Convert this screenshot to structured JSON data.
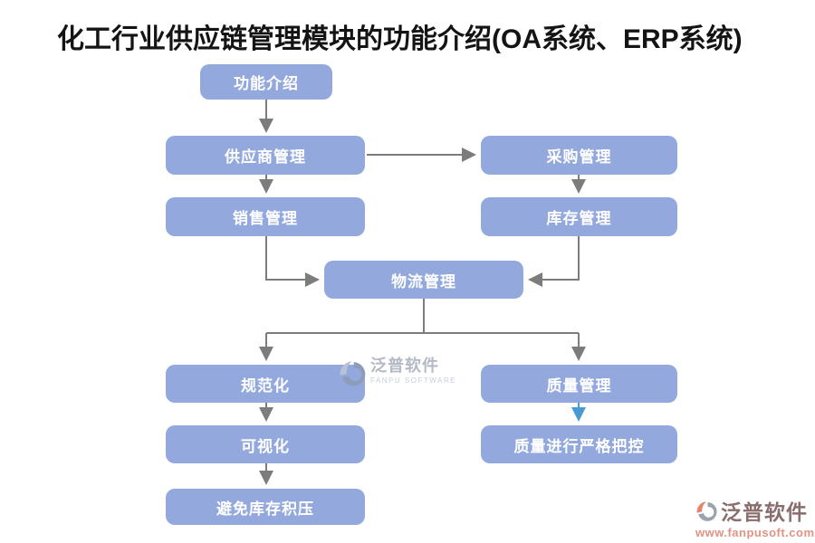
{
  "title": "化工行业供应链管理模块的功能介绍(OA系统、ERP系统)",
  "flowchart": {
    "nodes": [
      {
        "id": "intro",
        "label": "功能介绍"
      },
      {
        "id": "supplier",
        "label": "供应商管理"
      },
      {
        "id": "procurement",
        "label": "采购管理"
      },
      {
        "id": "sales",
        "label": "销售管理"
      },
      {
        "id": "inventory",
        "label": "库存管理"
      },
      {
        "id": "logistics",
        "label": "物流管理"
      },
      {
        "id": "standardization",
        "label": "规范化"
      },
      {
        "id": "quality",
        "label": "质量管理"
      },
      {
        "id": "visualization",
        "label": "可视化"
      },
      {
        "id": "quality-control",
        "label": "质量进行严格把控"
      },
      {
        "id": "avoid-overstock",
        "label": "避免库存积压"
      }
    ]
  },
  "watermark": {
    "brand_cn": "泛普软件",
    "brand_en": "FANPU SOFTWARE"
  },
  "footer_brand": {
    "brand_cn": "泛普软件",
    "url": "www.fanpusoft.com"
  },
  "colors": {
    "node_fill": "#93a9dd",
    "node_text": "#ffffff",
    "connector": "#7c7c7c",
    "connector_highlight": "#4a9ad2",
    "title_text": "#141414",
    "watermark_gray": "#b3bac6",
    "brand_red": "#8a6e6e",
    "brand_orange": "#e5846b",
    "brand_gray": "#9aa2ac",
    "url_salmon": "#e09383"
  }
}
